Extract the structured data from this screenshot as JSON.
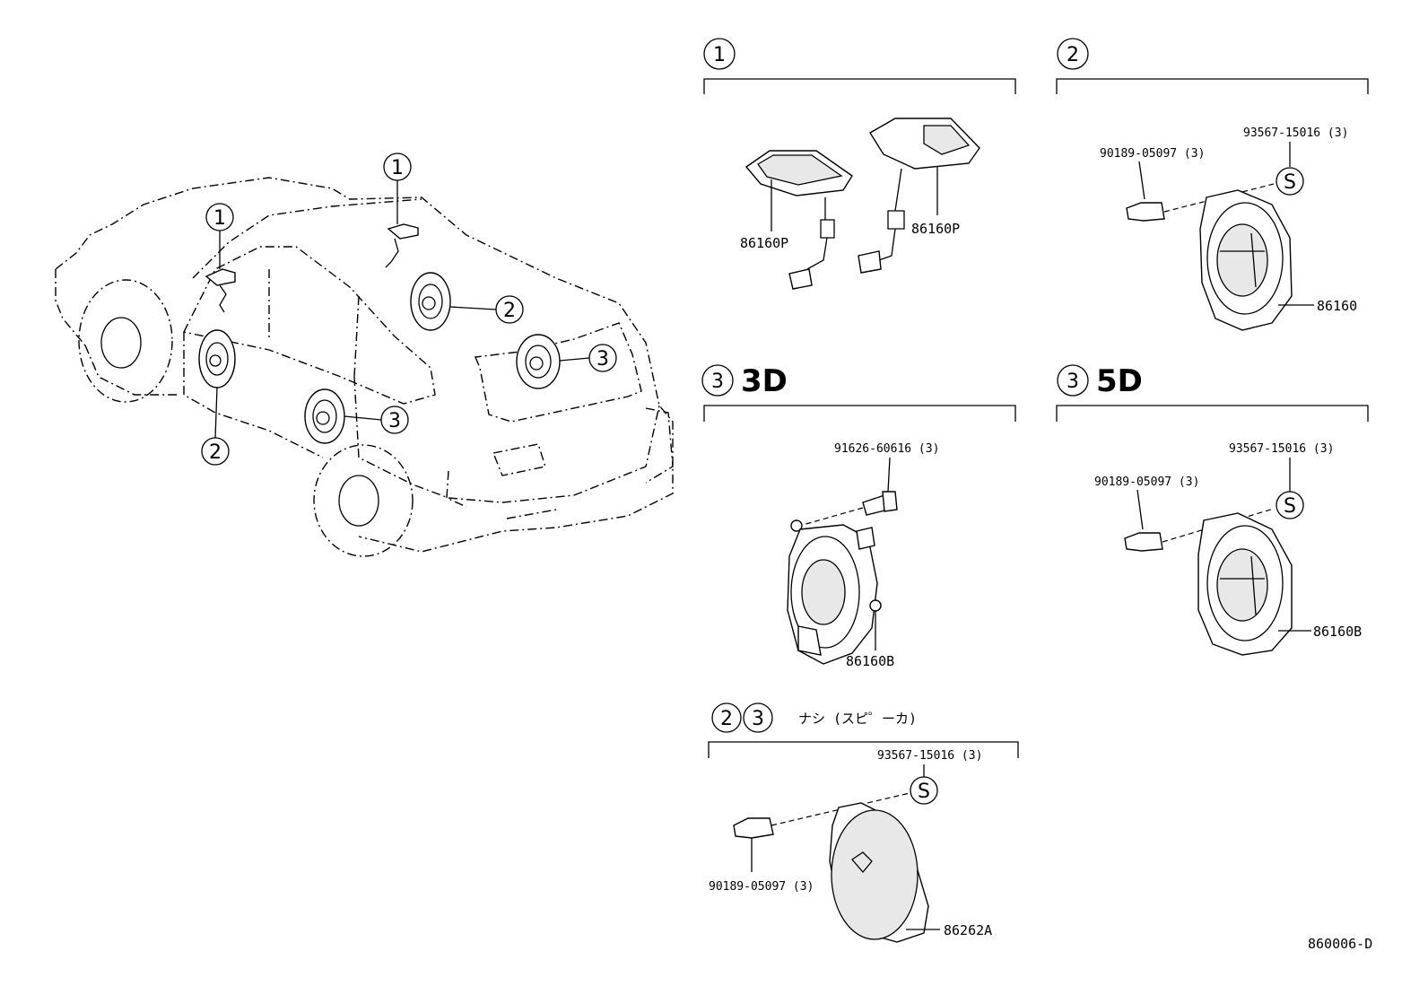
{
  "callout_numbers": {
    "one": "1",
    "two": "2",
    "three": "3"
  },
  "car_callouts": [
    "1",
    "1",
    "2",
    "2",
    "3",
    "3"
  ],
  "section_1": {
    "number": "1",
    "part_left": "86160P",
    "part_right": "86160P"
  },
  "section_2": {
    "number": "2",
    "screw": "93567-15016 (3)",
    "clip": "90189-05097 (3)",
    "screw_symbol": "S",
    "speaker": "86160"
  },
  "section_3_3d": {
    "number": "3",
    "title": "3D",
    "bolt": "91626-60616 (3)",
    "speaker": "86160B"
  },
  "section_3_5d": {
    "number": "3",
    "title": "5D",
    "screw": "93567-15016 (3)",
    "clip": "90189-05097 (3)",
    "screw_symbol": "S",
    "speaker": "86160B"
  },
  "section_23": {
    "number_a": "2",
    "number_b": "3",
    "note": "ナシ (スピ゜ーカ)",
    "screw": "93567-15016 (3)",
    "clip": "90189-05097 (3)",
    "screw_symbol": "S",
    "cover": "86262A"
  },
  "diagram_code": "860006-D"
}
